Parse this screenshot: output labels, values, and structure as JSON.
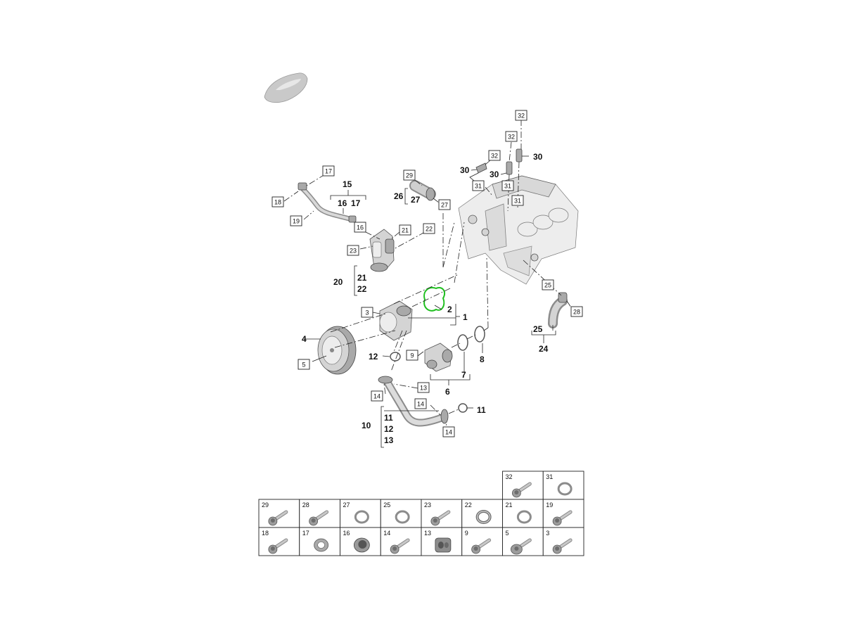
{
  "callouts": {
    "b32a": "32",
    "b32b": "32",
    "b32c": "32",
    "b31a": "31",
    "b31b": "31",
    "b31c": "31",
    "n30a": "30",
    "n30b": "30",
    "n30c": "30",
    "b17": "17",
    "b18": "18",
    "b19": "19",
    "n15": "15",
    "n16": "16",
    "n17": "17",
    "b29": "29",
    "n26": "26",
    "n27": "27",
    "b27": "27",
    "b16": "16",
    "b21": "21",
    "b22": "22",
    "b23": "23",
    "n20": "20",
    "n21": "21",
    "n22": "22",
    "b3": "3",
    "n2": "2",
    "n1": "1",
    "n4": "4",
    "b5": "5",
    "n12": "12",
    "b9": "9",
    "n7": "7",
    "n8": "8",
    "n6": "6",
    "b13": "13",
    "b14a": "14",
    "b14b": "14",
    "b14c": "14",
    "n11a": "11",
    "n10": "10",
    "n11b": "11",
    "n12b": "12",
    "n13": "13",
    "b25": "25",
    "b28": "28",
    "n25": "25",
    "n24": "24"
  },
  "parts_table": {
    "top_row": [
      "32",
      "31"
    ],
    "row1": [
      "29",
      "28",
      "27",
      "25",
      "23",
      "22",
      "21",
      "19"
    ],
    "row2": [
      "18",
      "17",
      "16",
      "14",
      "13",
      "9",
      "5",
      "3"
    ]
  },
  "part_icons": {
    "32": "bolt-icon",
    "31": "ring-icon",
    "29": "bolt-icon",
    "28": "bolt-icon",
    "27": "ring-icon",
    "25": "ring-icon",
    "23": "bolt-icon",
    "22": "clamp-ring-icon",
    "21": "ring-icon",
    "19": "bolt-icon",
    "18": "bolt-icon",
    "17": "washer-icon",
    "16": "bushing-icon",
    "14": "bolt-icon",
    "13": "threaded-insert-icon",
    "9": "bolt-icon",
    "5": "flange-bolt-icon",
    "3": "bolt-icon"
  },
  "colors": {
    "gasket_highlight": "#1fbf1f",
    "line": "#222222",
    "part_fill": "#d4d4d4"
  }
}
